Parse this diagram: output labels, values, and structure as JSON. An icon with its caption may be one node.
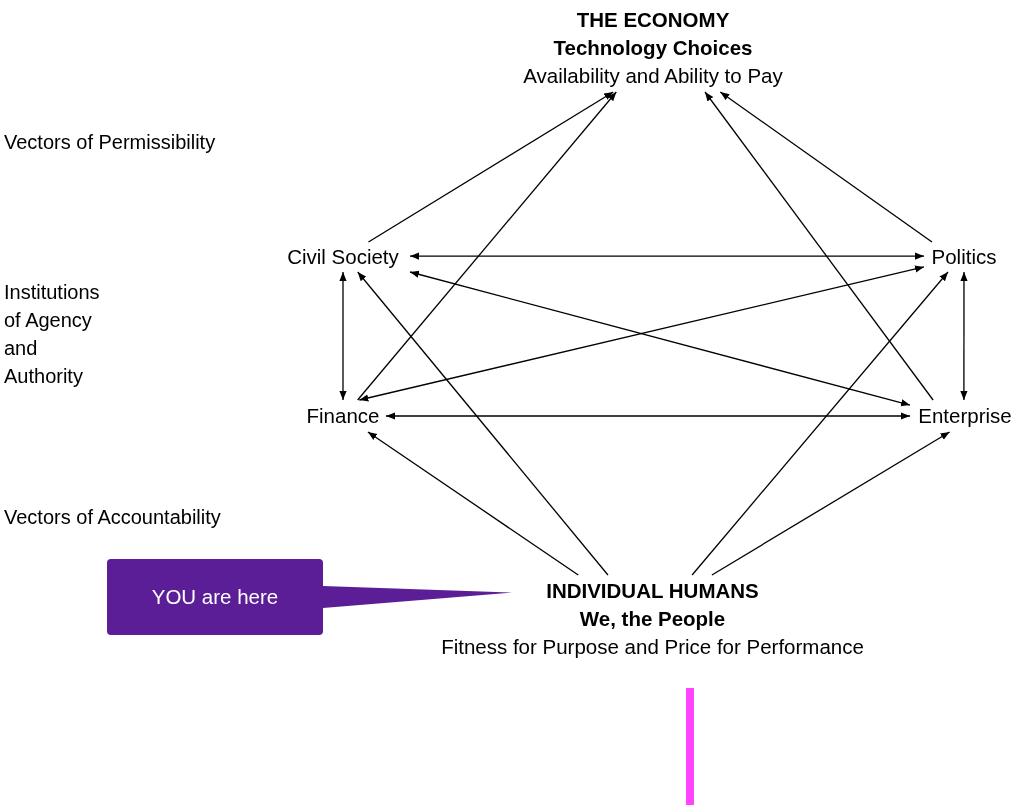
{
  "diagram": {
    "nodes": [
      {
        "text": [
          "THE ECONOMY",
          "Technology Choices",
          "Availability and Ability to Pay"
        ]
      },
      {
        "text": [
          "Civil Society"
        ]
      },
      {
        "text": [
          "Politics"
        ]
      },
      {
        "text": [
          "Finance"
        ]
      },
      {
        "text": [
          "Enterprise"
        ]
      },
      {
        "text": [
          "INDIVIDUAL HUMANS",
          "We, the People",
          "Fitness for Purpose and Price for Performance"
        ]
      },
      {
        "text": [
          "YOU are here"
        ]
      }
    ],
    "edges": [
      {
        "from": 1,
        "to": 0,
        "arrow": "to"
      },
      {
        "from": 3,
        "to": 0,
        "arrow": "to"
      },
      {
        "from": 2,
        "to": 0,
        "arrow": "to"
      },
      {
        "from": 4,
        "to": 0,
        "arrow": "to"
      },
      {
        "from": 1,
        "to": 2,
        "arrow": "both"
      },
      {
        "from": 1,
        "to": 3,
        "arrow": "both"
      },
      {
        "from": 2,
        "to": 4,
        "arrow": "both"
      },
      {
        "from": 3,
        "to": 4,
        "arrow": "both"
      },
      {
        "from": 1,
        "to": 4,
        "arrow": "both"
      },
      {
        "from": 3,
        "to": 2,
        "arrow": "both"
      },
      {
        "from": 5,
        "to": 3,
        "arrow": "to"
      },
      {
        "from": 5,
        "to": 1,
        "arrow": "to"
      },
      {
        "from": 5,
        "to": 2,
        "arrow": "to"
      },
      {
        "from": 5,
        "to": 4,
        "arrow": "to"
      },
      {
        "from": 6,
        "to": 5,
        "arrow": "none",
        "color": "#5b1e96"
      }
    ],
    "labels": [
      "Vectors of Permissibility",
      "Institutions of Agency and Authority",
      "Vectors of Accountability"
    ]
  }
}
